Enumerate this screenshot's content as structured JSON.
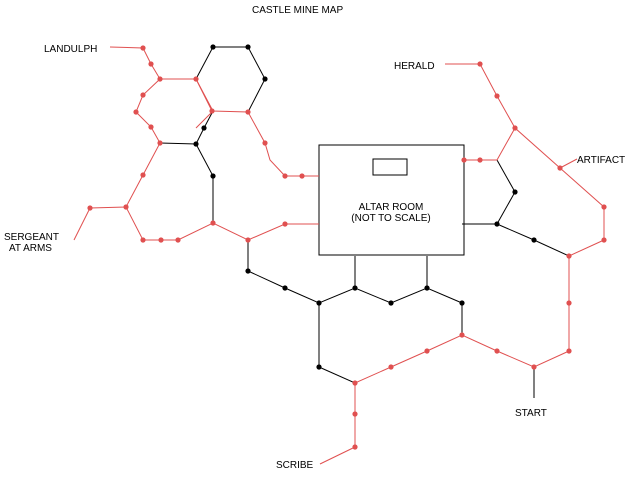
{
  "title": "CASTLE MINE MAP",
  "labels": {
    "landulph": "LANDULPH",
    "herald": "HERALD",
    "artifact": "ARTIFACT",
    "sergeant_line1": "SERGEANT",
    "sergeant_line2": "AT ARMS",
    "altar_line1": "ALTAR ROOM",
    "altar_line2": "(NOT TO SCALE)",
    "start": "START",
    "scribe": "SCRIBE"
  },
  "colors": {
    "red_path": "#e05050",
    "black_path": "#000000",
    "background": "#ffffff"
  }
}
